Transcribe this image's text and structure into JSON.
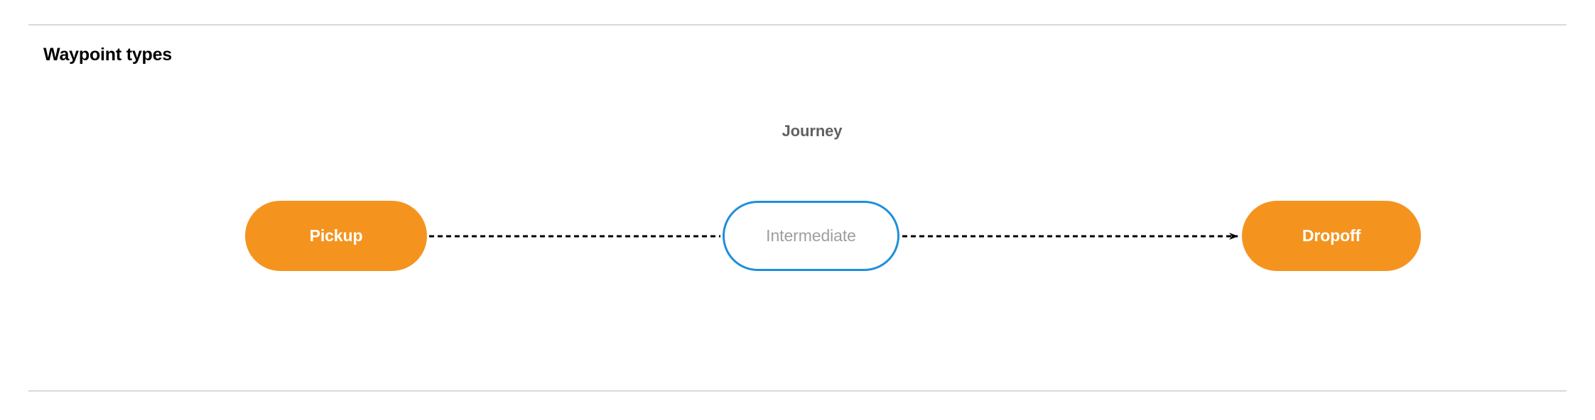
{
  "section": {
    "title": "Waypoint types"
  },
  "diagram": {
    "group_label": "Journey",
    "nodes": [
      {
        "id": "pickup",
        "label": "Pickup",
        "kind": "terminal",
        "fill": "#f4941f",
        "text_color": "#ffffff"
      },
      {
        "id": "intermediate",
        "label": "Intermediate",
        "kind": "intermediate",
        "fill": "#ffffff",
        "border_color": "#1e8fdb",
        "text_color": "#9e9e9e"
      },
      {
        "id": "dropoff",
        "label": "Dropoff",
        "kind": "terminal",
        "fill": "#f4941f",
        "text_color": "#ffffff"
      }
    ],
    "edges": [
      {
        "from": "pickup",
        "to": "intermediate",
        "style": "dashed",
        "arrowhead": false,
        "color": "#000000"
      },
      {
        "from": "intermediate",
        "to": "dropoff",
        "style": "dashed",
        "arrowhead": true,
        "color": "#000000"
      }
    ]
  },
  "colors": {
    "divider": "#d9d9d9",
    "accent_orange": "#f4941f",
    "accent_blue": "#1e8fdb",
    "label_gray": "#616161",
    "muted_gray": "#9e9e9e",
    "background": "#ffffff"
  }
}
